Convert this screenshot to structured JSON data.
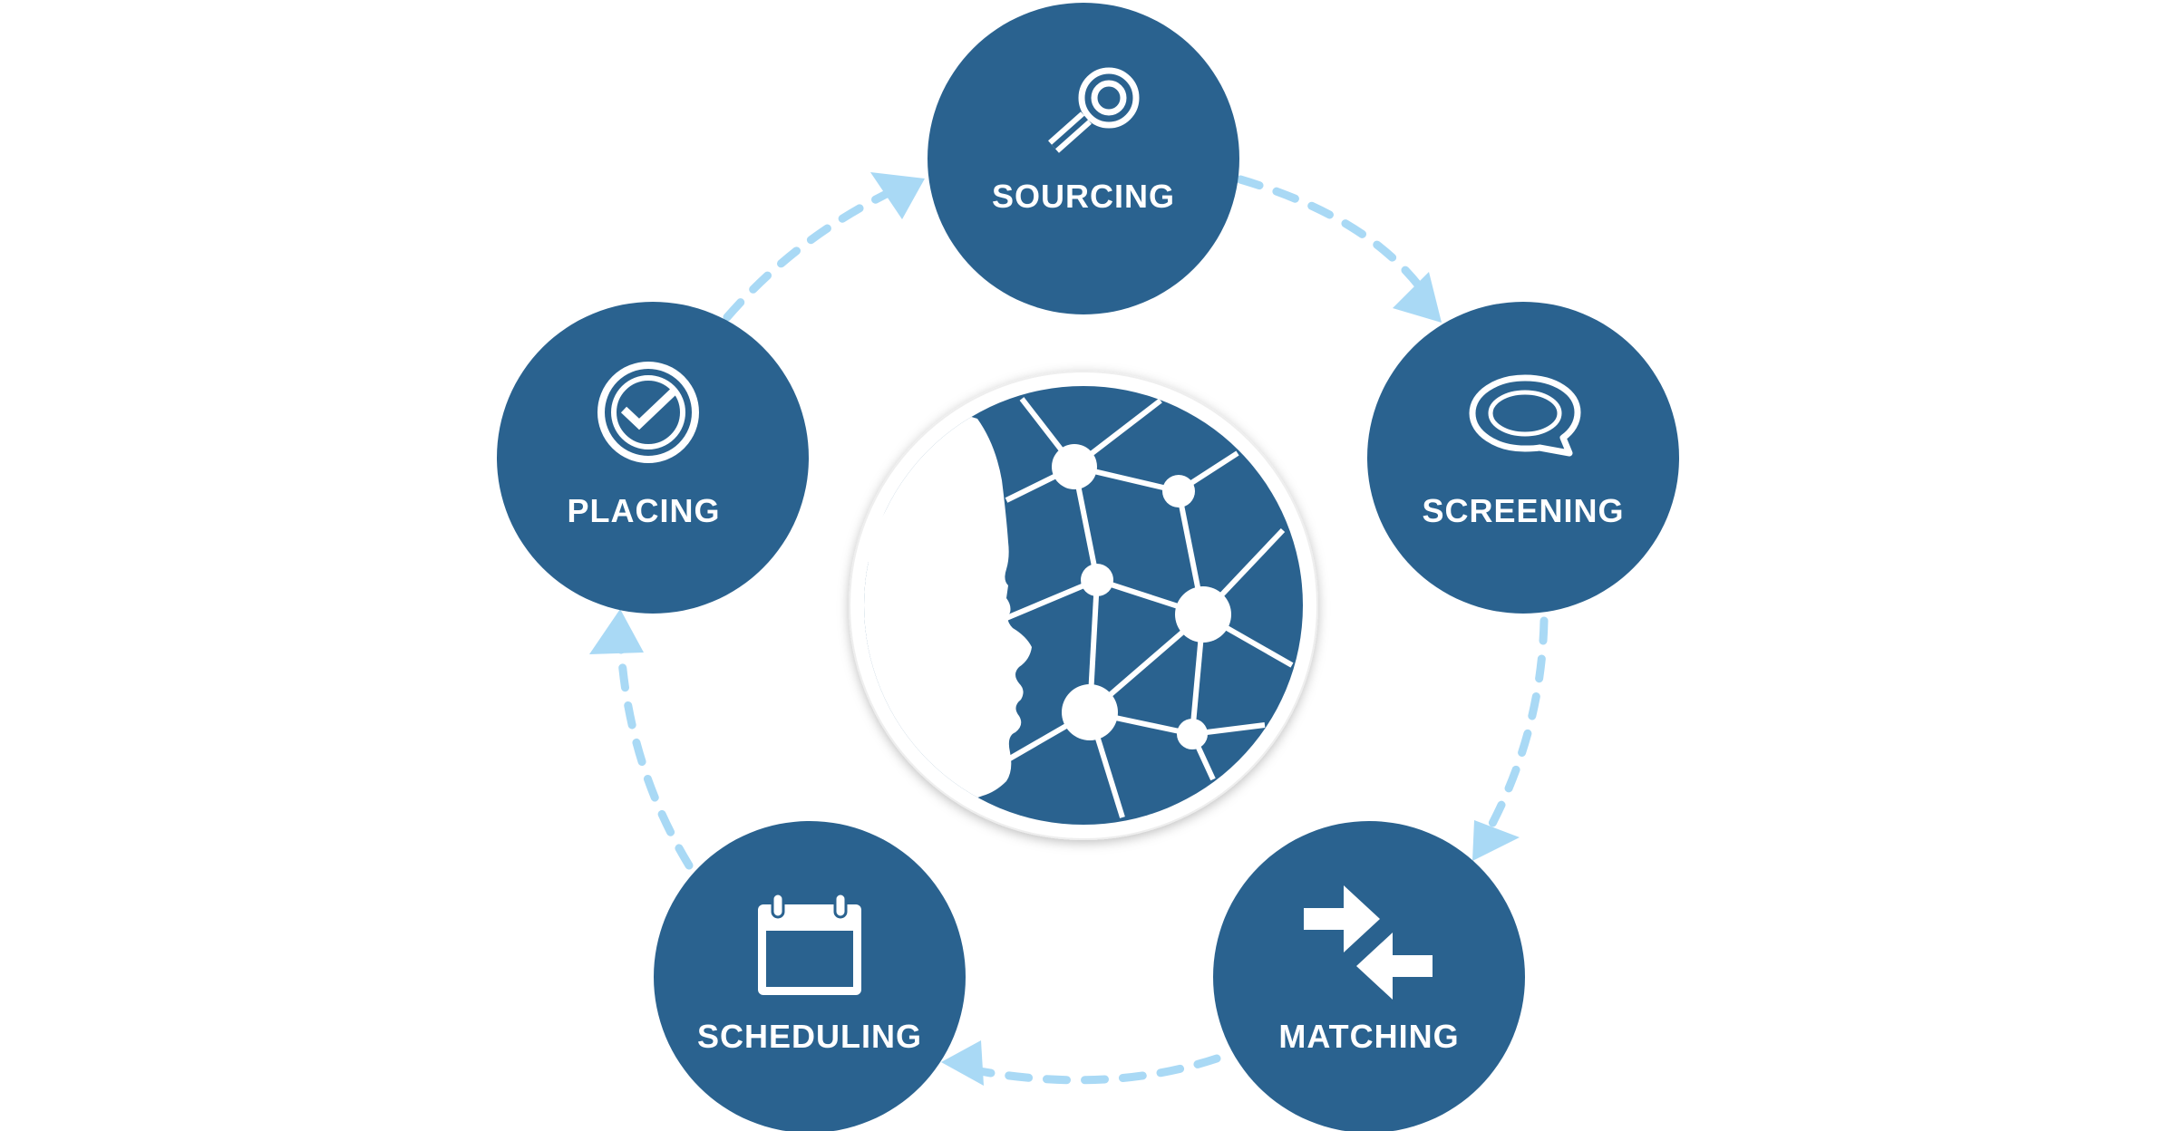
{
  "colors": {
    "node_fill": "#2a628f",
    "connector": "#a9d9f5",
    "icon": "#ffffff",
    "center_ring": "#f2f2f2"
  },
  "stages": [
    {
      "id": "sourcing",
      "label": "SOURCING",
      "icon": "magnifier-icon"
    },
    {
      "id": "screening",
      "label": "SCREENING",
      "icon": "speech-bubble-icon"
    },
    {
      "id": "matching",
      "label": "MATCHING",
      "icon": "swap-arrows-icon"
    },
    {
      "id": "scheduling",
      "label": "SCHEDULING",
      "icon": "calendar-icon"
    },
    {
      "id": "placing",
      "label": "PLACING",
      "icon": "checkmark-circle-icon"
    }
  ],
  "center": {
    "icon": "ai-head-network-icon"
  }
}
